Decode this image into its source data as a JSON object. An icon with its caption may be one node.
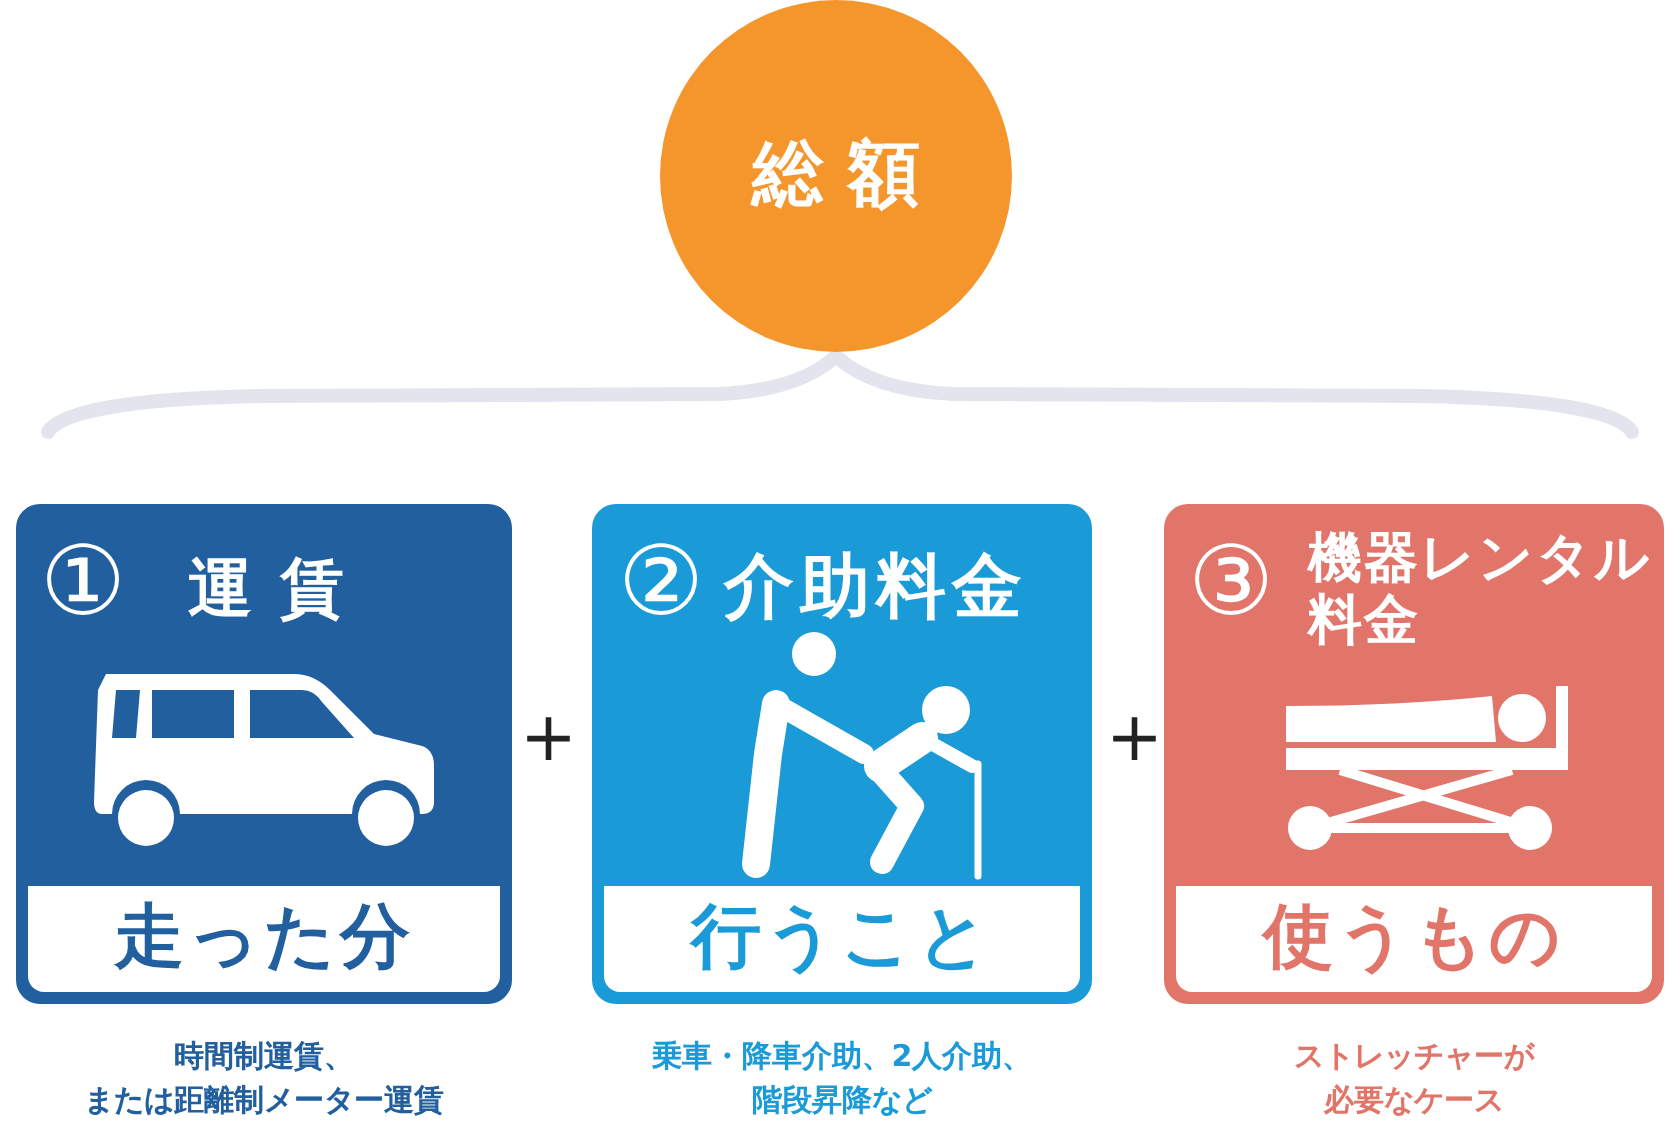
{
  "diagram": {
    "nodes": [
      {
        "text": [
          "総額"
        ]
      },
      {
        "text": [
          "①",
          "運賃",
          "走った分"
        ],
        "beside": [
          "時間制運賃、または距離制メーター運賃"
        ]
      },
      {
        "text": [
          "②",
          "介助料金",
          "行うこと"
        ],
        "beside": [
          "乗車・降車介助、2人介助、階段昇降など"
        ]
      },
      {
        "text": [
          "③",
          "機器レンタル料金",
          "使うもの"
        ],
        "beside": [
          "ストレッチャーが必要なケース"
        ]
      }
    ],
    "labels": [
      "+",
      "+"
    ]
  }
}
